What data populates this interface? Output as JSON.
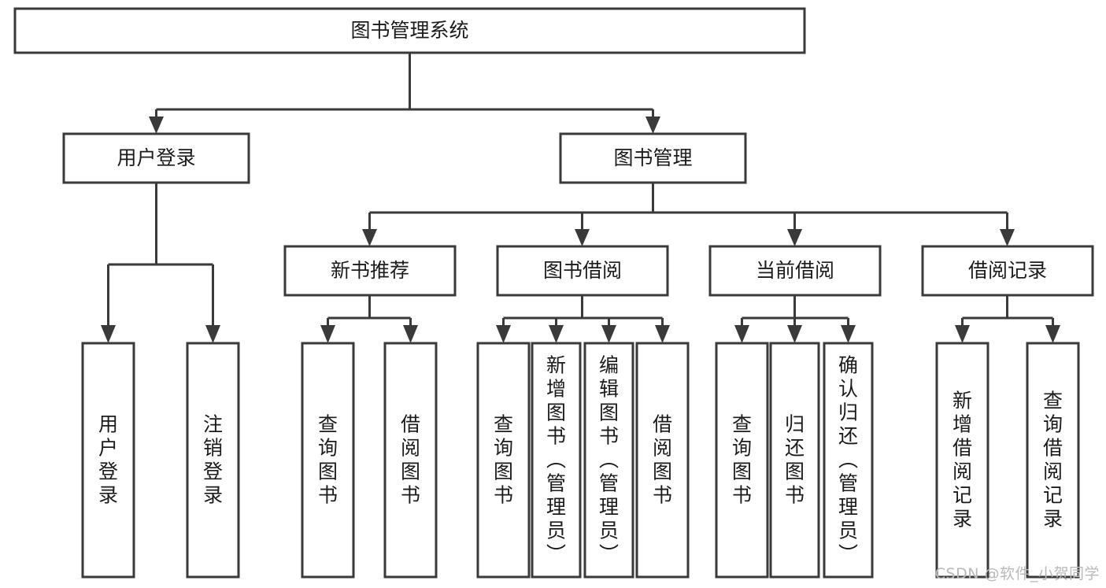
{
  "diagram": {
    "title": "图书管理系统",
    "type": "tree-hierarchy",
    "colors": {
      "stroke": "#3a3a3a",
      "fill": "#ffffff",
      "text": "#1b1b1b",
      "watermark": "#b9b9b9",
      "background": "#ffffff"
    },
    "levels": {
      "root": {
        "label": "图书管理系统"
      },
      "level2": [
        {
          "id": "user-login",
          "label": "用户登录"
        },
        {
          "id": "book-management",
          "label": "图书管理"
        }
      ],
      "level3": [
        {
          "id": "new-book-recommend",
          "label": "新书推荐",
          "parent": "book-management"
        },
        {
          "id": "book-borrow",
          "label": "图书借阅",
          "parent": "book-management"
        },
        {
          "id": "current-borrow",
          "label": "当前借阅",
          "parent": "book-management"
        },
        {
          "id": "borrow-record",
          "label": "借阅记录",
          "parent": "book-management"
        }
      ],
      "leaves": [
        {
          "id": "leaf-user-login",
          "label": "用户登录",
          "parent": "user-login"
        },
        {
          "id": "leaf-user-logout",
          "label": "注销登录",
          "parent": "user-login"
        },
        {
          "id": "leaf-query-book-1",
          "label": "查询图书",
          "parent": "new-book-recommend"
        },
        {
          "id": "leaf-borrow-book-1",
          "label": "借阅图书",
          "parent": "new-book-recommend"
        },
        {
          "id": "leaf-query-book-2",
          "label": "查询图书",
          "parent": "book-borrow"
        },
        {
          "id": "leaf-add-book",
          "label": "新增图书（管理员）",
          "parent": "book-borrow"
        },
        {
          "id": "leaf-edit-book",
          "label": "编辑图书（管理员）",
          "parent": "book-borrow"
        },
        {
          "id": "leaf-borrow-book-2",
          "label": "借阅图书",
          "parent": "book-borrow"
        },
        {
          "id": "leaf-query-book-3",
          "label": "查询图书",
          "parent": "current-borrow"
        },
        {
          "id": "leaf-return-book",
          "label": "归还图书",
          "parent": "current-borrow"
        },
        {
          "id": "leaf-confirm-return",
          "label": "确认归还（管理员）",
          "parent": "current-borrow"
        },
        {
          "id": "leaf-add-record",
          "label": "新增借阅记录",
          "parent": "borrow-record"
        },
        {
          "id": "leaf-query-record",
          "label": "查询借阅记录",
          "parent": "borrow-record"
        }
      ]
    }
  },
  "watermark": {
    "text": "CSDN @软件_小贺同学"
  }
}
